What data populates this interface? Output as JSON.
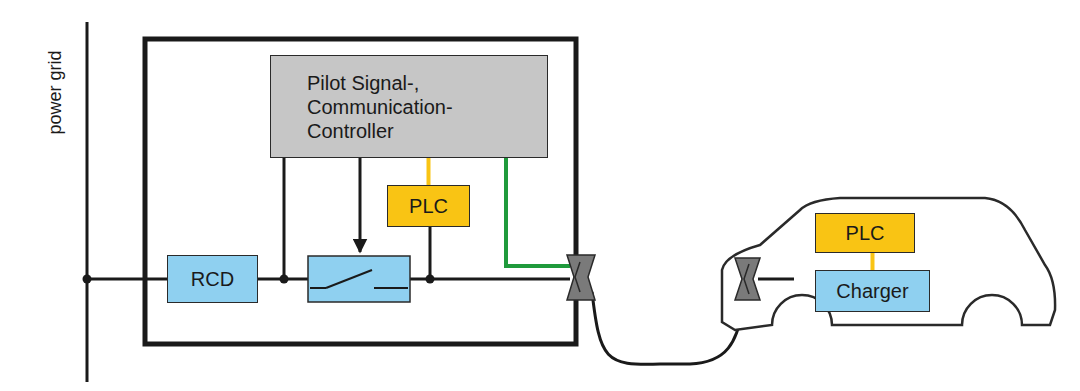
{
  "diagram": {
    "nodes": [
      {
        "text": [
          "Pilot Signal-, Communication- Controller"
        ]
      },
      {
        "text": [
          "RCD"
        ]
      },
      {
        "text": [
          "PLC"
        ]
      },
      {
        "text": [
          "PLC"
        ]
      },
      {
        "text": [
          "Charger"
        ]
      }
    ],
    "edges": [
      {
        "from": 0,
        "to": 2,
        "arrow": "none"
      },
      {
        "from": 3,
        "to": 4,
        "arrow": "none"
      }
    ],
    "labels": [
      "power grid"
    ]
  }
}
